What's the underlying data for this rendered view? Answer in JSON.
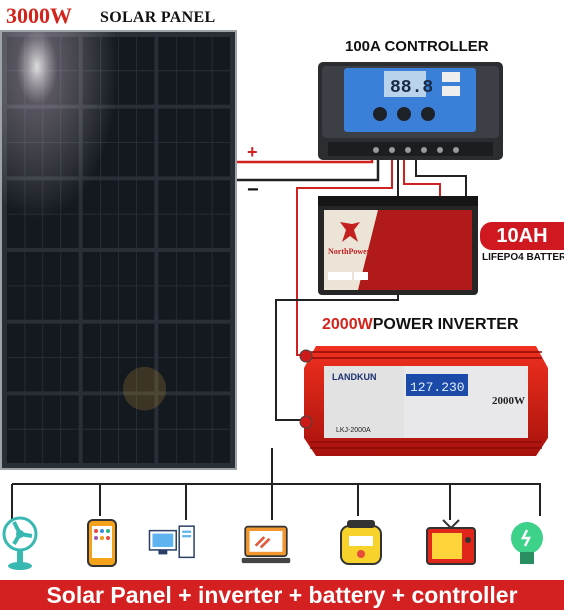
{
  "panel": {
    "watt": "3000W",
    "name": "SOLAR PANEL"
  },
  "wires": {
    "plus": "+",
    "minus": "−"
  },
  "controller": {
    "title": "100A CONTROLLER",
    "display": "88.8"
  },
  "battery": {
    "brand": "NorthPower",
    "badge": "10AH",
    "type": "LIFEPO4 BATTER"
  },
  "inverter": {
    "watt": "2000W",
    "name": "POWER INVERTER",
    "logo": "LANDKUN",
    "display": "127.230",
    "label_right": "2000W",
    "model": "LKJ-2000A"
  },
  "appliances": [
    {
      "name": "fan-icon"
    },
    {
      "name": "smartphone-icon"
    },
    {
      "name": "computer-icon"
    },
    {
      "name": "laptop-icon"
    },
    {
      "name": "rice-cooker-icon"
    },
    {
      "name": "tv-icon"
    },
    {
      "name": "light-bulb-icon"
    }
  ],
  "banner": "Solar Panel + inverter + battery + controller",
  "colors": {
    "accent_red": "#d3241c",
    "panel_cell": "#14181f",
    "controller_screen": "#3a7fd8",
    "inverter_red": "#e0241a"
  }
}
